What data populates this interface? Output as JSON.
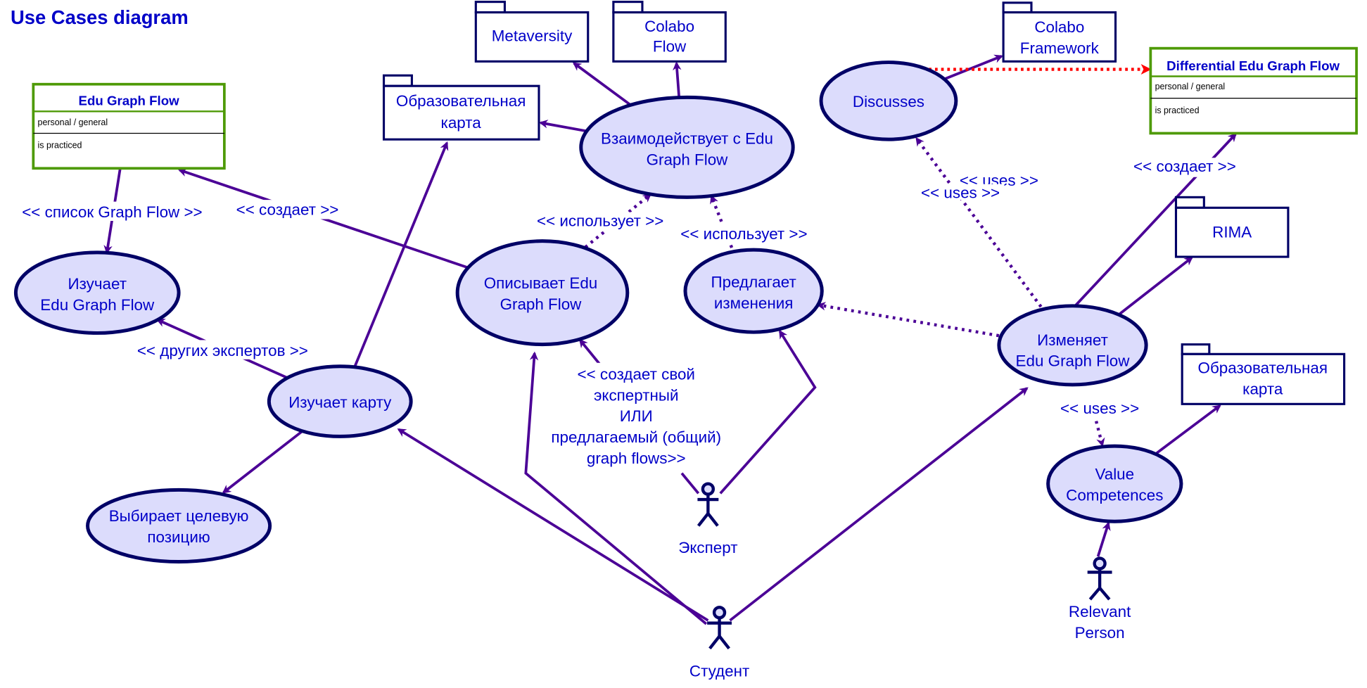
{
  "title": "Use Cases diagram",
  "colors": {
    "text": "#0000c8",
    "usecase_fill": "#dcdcfc",
    "outline": "#000066",
    "edge": "#4b0096",
    "class_border": "#4e9a06",
    "highlight_edge": "#ff0000"
  },
  "classes": {
    "edu_graph_flow": {
      "title": "Edu Graph Flow",
      "attr1": "personal / general",
      "attr2": "is practiced"
    },
    "differential": {
      "title": "Differential Edu Graph Flow",
      "attr1": "personal / general",
      "attr2": "is practiced"
    }
  },
  "packages": {
    "metaversity": "Metaversity",
    "colabo_flow": [
      "Colabo",
      "Flow"
    ],
    "obr_karta_top": [
      "Образовательная",
      "карта"
    ],
    "colabo_framework": [
      "Colabo",
      "Framework"
    ],
    "rima": "RIMA",
    "obr_karta_right": [
      "Образовательная",
      "карта"
    ]
  },
  "usecases": {
    "izuchaet_egf": [
      "Изучает",
      "Edu Graph Flow"
    ],
    "vzaimodeystvuet": [
      "Взаимодействует с Edu",
      "Graph Flow"
    ],
    "opisyvaet": [
      "Описывает Edu",
      "Graph Flow"
    ],
    "predlagaet": [
      "Предлагает",
      "изменения"
    ],
    "izuchaet_kartu": [
      "Изучает карту"
    ],
    "vybiraet": [
      "Выбирает целевую",
      "позицию"
    ],
    "discusses": [
      "Discusses"
    ],
    "izmenyaet": [
      "Изменяет",
      "Edu Graph Flow"
    ],
    "value_competences": [
      "Value",
      "Competences"
    ]
  },
  "actors": {
    "expert": "Эксперт",
    "student": "Студент",
    "relevant_person": [
      "Relevant",
      "Person"
    ]
  },
  "edge_labels": {
    "spisok": "<< список Graph Flow >>",
    "sozdaet_left": "<< создает >>",
    "drugih": "<< других экспертов >>",
    "ispolzuet1": "<< использует >>",
    "ispolzuet2": "<< использует >>",
    "sozdaet_svoy": [
      "<< создает свой",
      "экспертный",
      "ИЛИ",
      "предлагаемый (общий)",
      "graph flows>>"
    ],
    "uses1": "<< uses >>",
    "uses2": "<< uses >>",
    "uses3": "<< uses >>",
    "sozdaet_right": "<< создает >>"
  }
}
